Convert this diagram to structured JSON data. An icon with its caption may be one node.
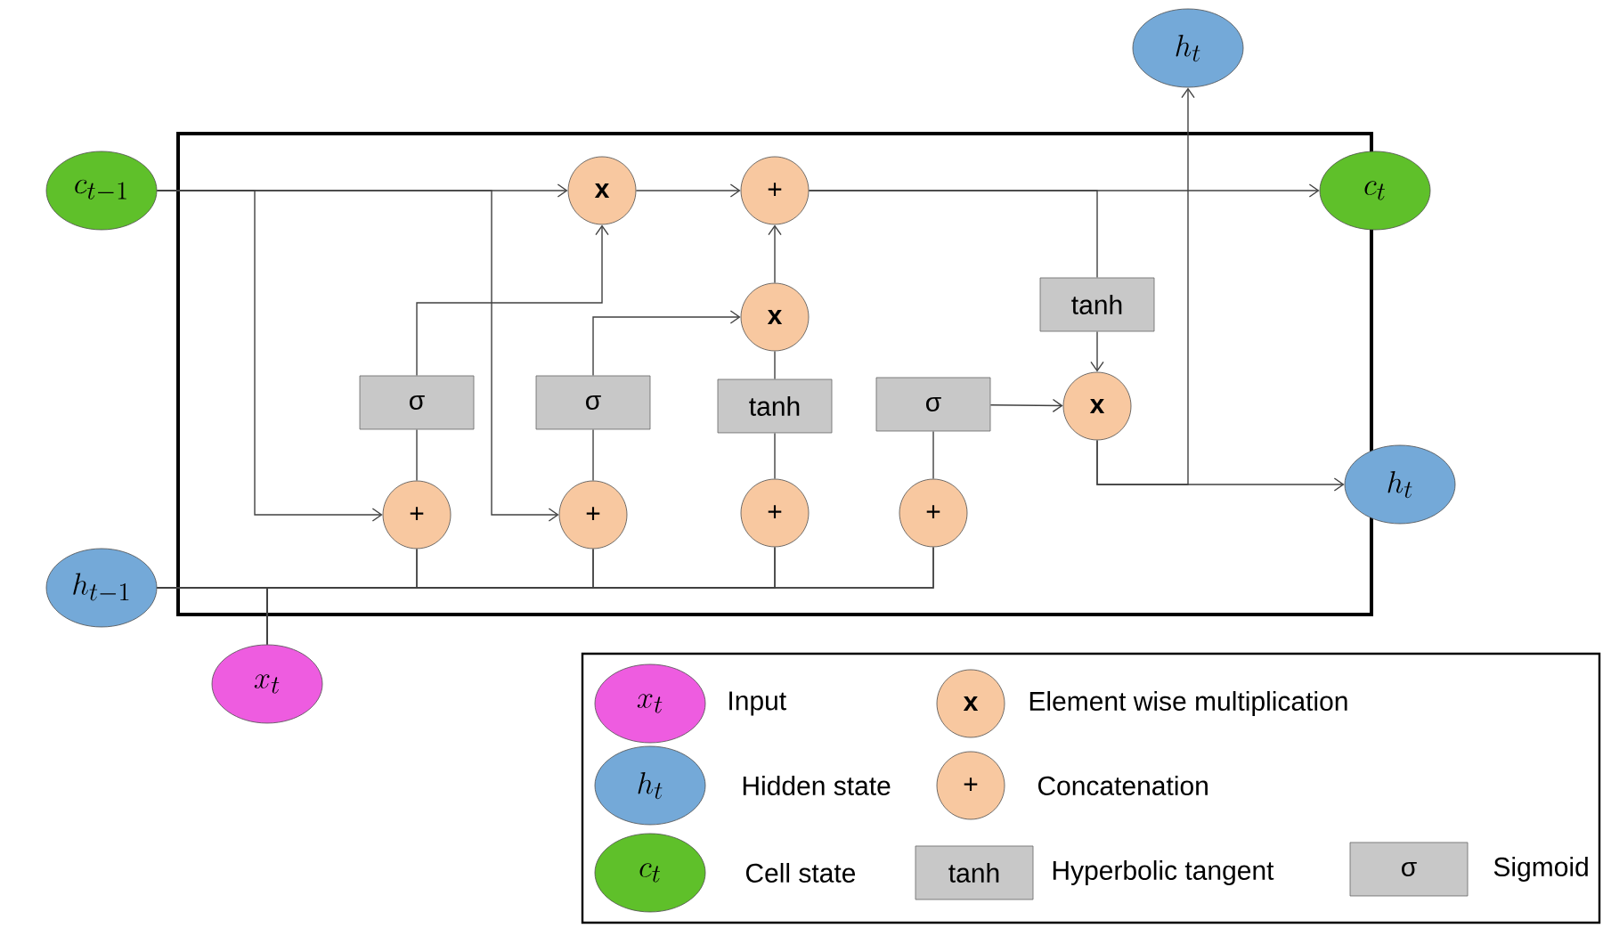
{
  "diagram": {
    "nodes": [
      {
        "text": [],
        "shape": "box"
      },
      {
        "text": [
          "c_{t-1}"
        ]
      },
      {
        "text": [
          "h_{t-1}"
        ]
      },
      {
        "text": [
          "x_t"
        ]
      },
      {
        "text": [
          "x"
        ],
        "in": 0
      },
      {
        "text": [
          "+"
        ],
        "in": 0
      },
      {
        "text": [
          "x"
        ],
        "in": 0
      },
      {
        "text": [
          "σ"
        ],
        "in": 0
      },
      {
        "text": [
          "σ"
        ],
        "in": 0
      },
      {
        "text": [
          "tanh"
        ],
        "in": 0
      },
      {
        "text": [
          "σ"
        ],
        "in": 0
      },
      {
        "text": [
          "+"
        ],
        "in": 0
      },
      {
        "text": [
          "+"
        ],
        "in": 0
      },
      {
        "text": [
          "+"
        ],
        "in": 0
      },
      {
        "text": [
          "+"
        ],
        "in": 0
      },
      {
        "text": [
          "tanh"
        ],
        "in": 0
      },
      {
        "text": [
          "x"
        ],
        "in": 0
      },
      {
        "text": [
          "h_t"
        ]
      },
      {
        "text": [
          "c_t"
        ]
      },
      {
        "text": [
          "h_t"
        ]
      }
    ],
    "edges": [
      {
        "from": 1,
        "to": 4,
        "arrow": "to"
      },
      {
        "from": 1,
        "to": 11,
        "arrow": "to"
      },
      {
        "from": 1,
        "to": 12,
        "arrow": "to"
      },
      {
        "from": 2,
        "to": 11,
        "arrow": "none"
      },
      {
        "from": 2,
        "to": 12,
        "arrow": "none"
      },
      {
        "from": 2,
        "to": 13,
        "arrow": "none"
      },
      {
        "from": 2,
        "to": 14,
        "arrow": "none"
      },
      {
        "from": 3,
        "to": 11,
        "arrow": "none"
      },
      {
        "from": 3,
        "to": 12,
        "arrow": "none"
      },
      {
        "from": 3,
        "to": 13,
        "arrow": "none"
      },
      {
        "from": 3,
        "to": 14,
        "arrow": "none"
      },
      {
        "from": 11,
        "to": 7,
        "arrow": "none"
      },
      {
        "from": 7,
        "to": 4,
        "arrow": "to"
      },
      {
        "from": 12,
        "to": 8,
        "arrow": "none"
      },
      {
        "from": 8,
        "to": 6,
        "arrow": "to"
      },
      {
        "from": 13,
        "to": 9,
        "arrow": "none"
      },
      {
        "from": 9,
        "to": 6,
        "arrow": "none"
      },
      {
        "from": 6,
        "to": 5,
        "arrow": "to"
      },
      {
        "from": 4,
        "to": 5,
        "arrow": "to"
      },
      {
        "from": 14,
        "to": 10,
        "arrow": "none"
      },
      {
        "from": 10,
        "to": 16,
        "arrow": "to"
      },
      {
        "from": 5,
        "to": 18,
        "arrow": "to"
      },
      {
        "from": 5,
        "to": 15,
        "arrow": "none"
      },
      {
        "from": 15,
        "to": 16,
        "arrow": "to"
      },
      {
        "from": 16,
        "to": 19,
        "arrow": "to"
      },
      {
        "from": 16,
        "to": 17,
        "arrow": "to"
      }
    ],
    "labels": [
      "x_t",
      "x",
      "h_t",
      "+",
      "c_t",
      "tanh",
      "σ"
    ],
    "legend": [
      {
        "text": "Input",
        "color": "#ee5ce0"
      },
      {
        "text": "Element wise multiplication",
        "color": "#f8c8a0"
      },
      {
        "text": "Hidden state",
        "color": "#74a9d8"
      },
      {
        "text": "Concatenation",
        "color": "#f8c8a0"
      },
      {
        "text": "Cell state",
        "color": "#5fc02a"
      },
      {
        "text": "Hyperbolic tangent",
        "color": "#c8c8c8"
      },
      {
        "text": "Sigmoid",
        "color": "#c8c8c8"
      }
    ]
  }
}
